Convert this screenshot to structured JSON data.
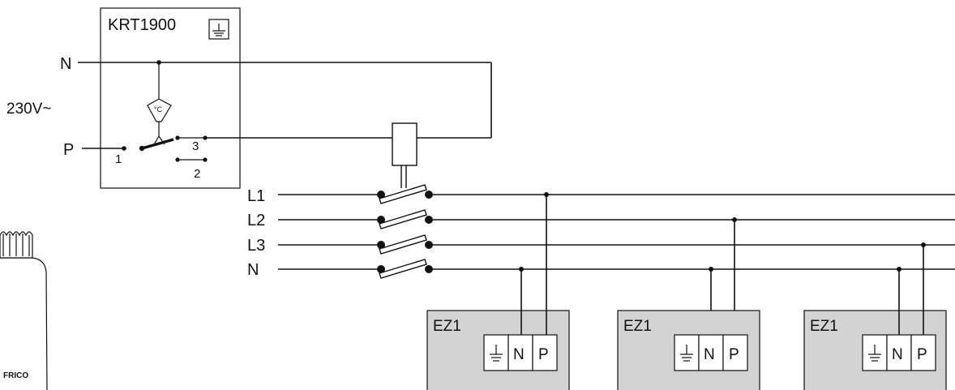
{
  "thermostat": {
    "model": "KRT1900",
    "terminals": [
      "1",
      "2",
      "3"
    ],
    "sensor_symbol": "°C"
  },
  "supply": {
    "voltage": "230V~",
    "neutral_label": "N",
    "phase_label": "P"
  },
  "bus_lines": [
    "L1",
    "L2",
    "L3",
    "N"
  ],
  "heaters": [
    {
      "label": "EZ1",
      "terminals": [
        "N",
        "P"
      ]
    },
    {
      "label": "EZ1",
      "terminals": [
        "N",
        "P"
      ]
    },
    {
      "label": "EZ1",
      "terminals": [
        "N",
        "P"
      ]
    }
  ],
  "brand": "FRICO",
  "colors": {
    "heater_fill": "#d3d3d3",
    "wire": "#111111",
    "background": "#ffffff"
  }
}
